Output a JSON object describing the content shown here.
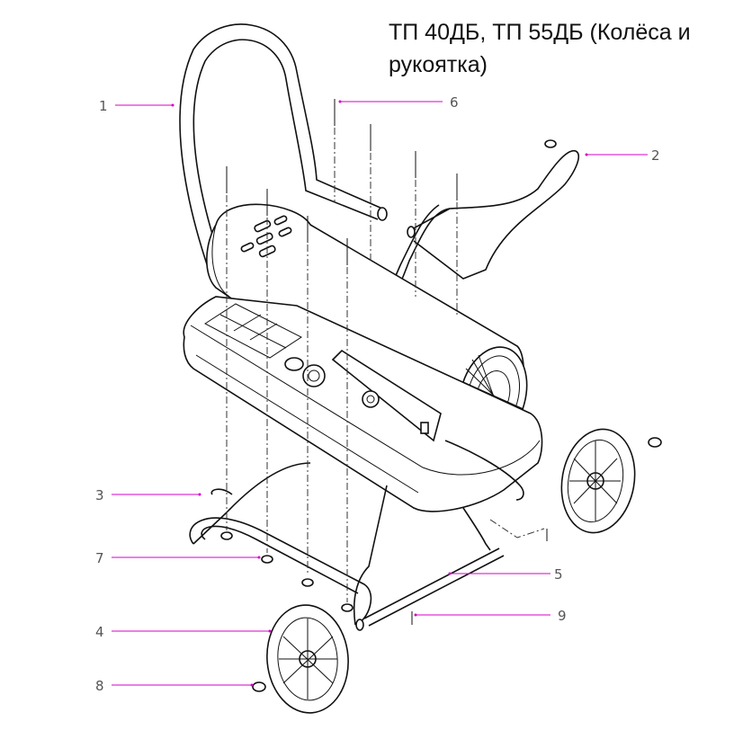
{
  "title": "ТП 40ДБ, ТП 55ДБ (Колёса и рукоятка)",
  "callouts": [
    {
      "num": "1"
    },
    {
      "num": "2"
    },
    {
      "num": "3"
    },
    {
      "num": "4"
    },
    {
      "num": "5"
    },
    {
      "num": "6"
    },
    {
      "num": "7"
    },
    {
      "num": "8"
    },
    {
      "num": "9"
    }
  ],
  "colors": {
    "leader": "#d400c8",
    "drawing": "#111111",
    "text": "#111111"
  }
}
